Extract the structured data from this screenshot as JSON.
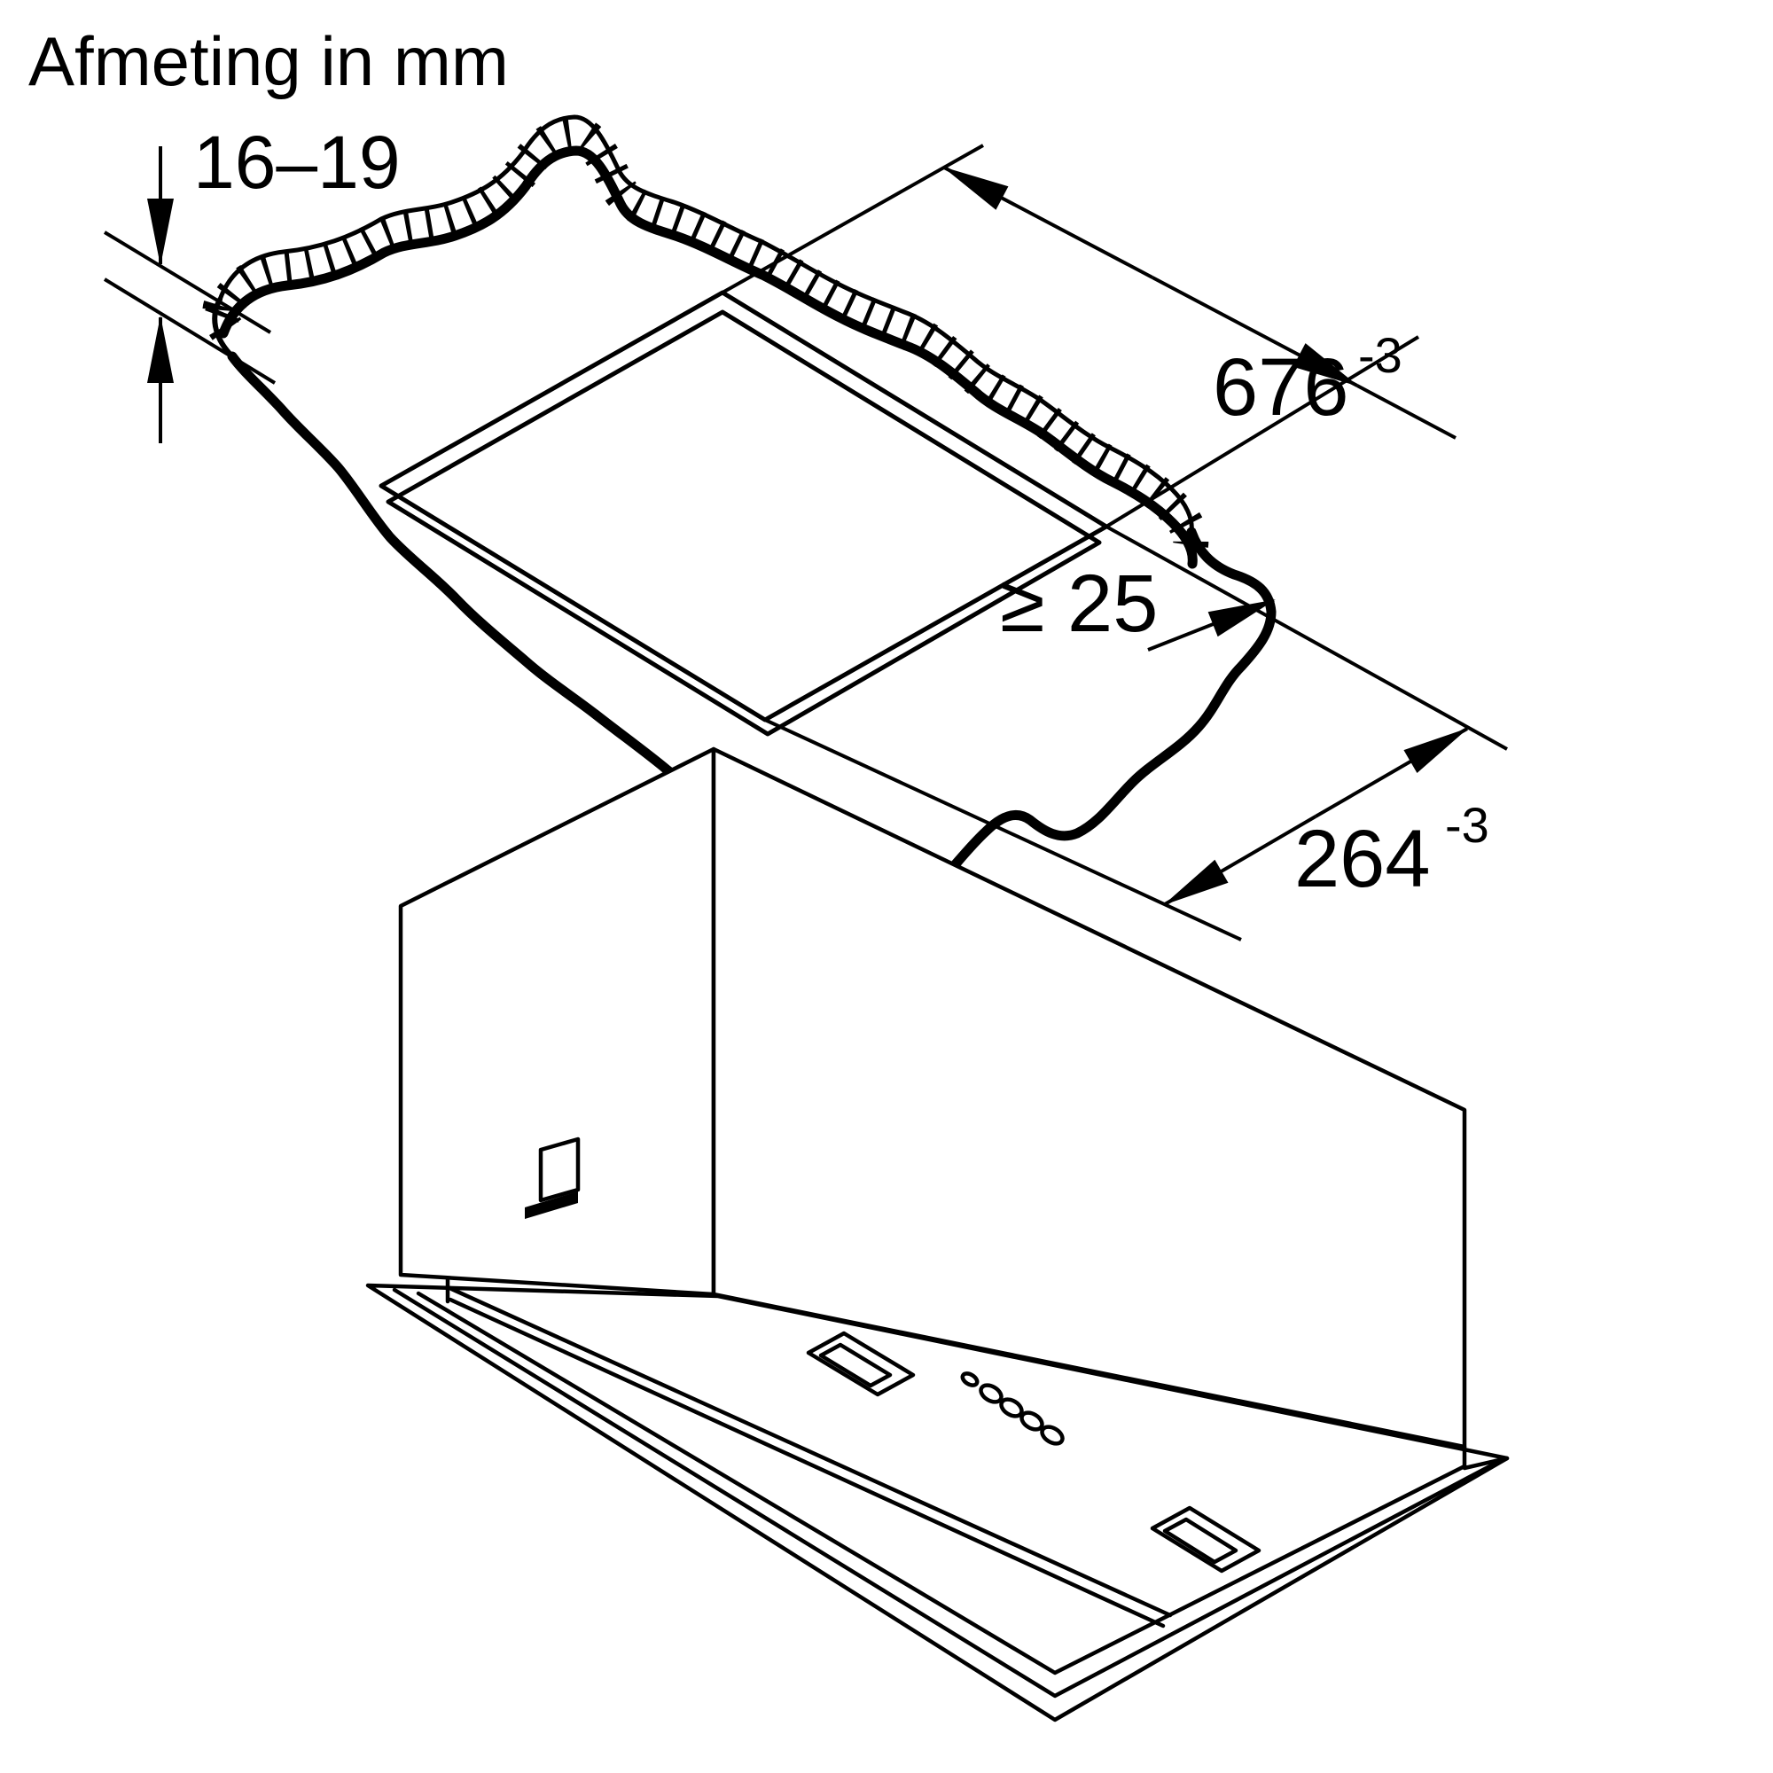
{
  "title": "Afmeting in mm",
  "units": "mm",
  "colors": {
    "line": "#000000",
    "background": "#ffffff"
  },
  "annotations": {
    "worktop_thickness": {
      "label": "16–19"
    },
    "cutout_length": {
      "value": "676",
      "tolerance": "-3"
    },
    "min_clearance": {
      "label": "≥ 25"
    },
    "cutout_depth": {
      "value": "264",
      "tolerance": "-3"
    }
  },
  "figures": {
    "top_figure": "worktop-cutout-isometric-drawing",
    "bottom_figure": "built-in-extractor-hood-isometric-drawing"
  }
}
